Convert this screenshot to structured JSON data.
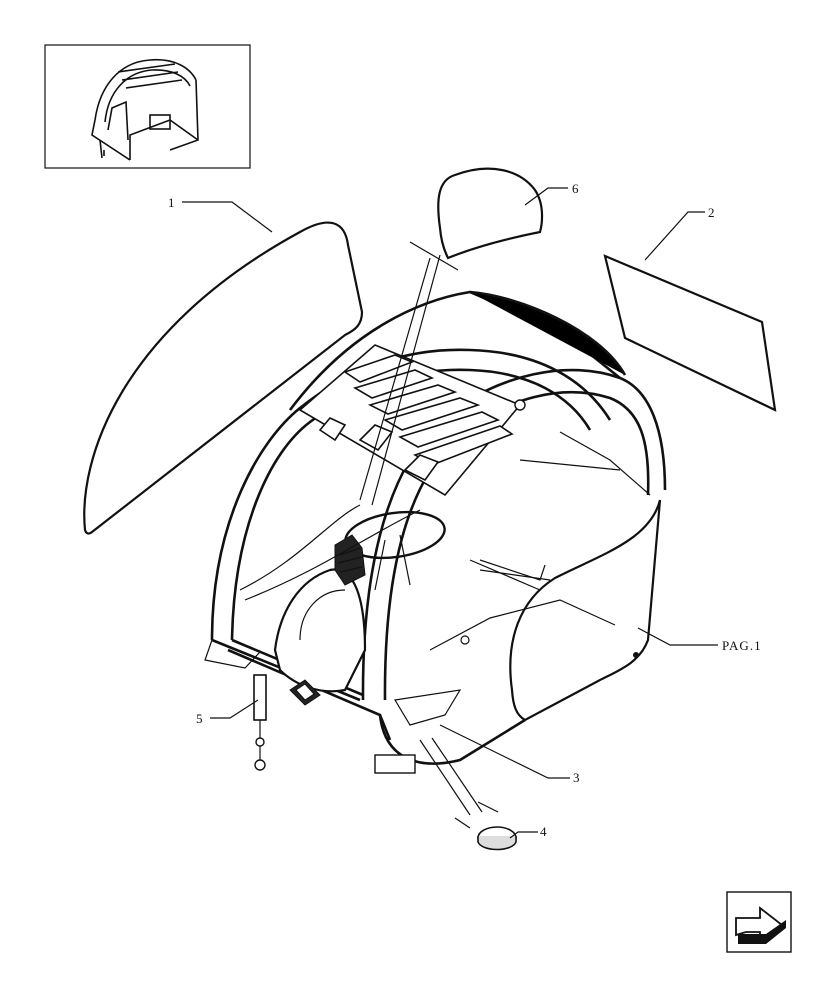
{
  "callouts": {
    "c1": "1",
    "c2": "2",
    "c3": "3",
    "c4": "4",
    "c5": "5",
    "c6": "6",
    "pag": "PAG.1"
  },
  "icons": {
    "thumbnail": "cab-thumbnail-icon",
    "next": "next-page-arrow-icon"
  },
  "colors": {
    "line": "#111111",
    "background": "#ffffff"
  }
}
